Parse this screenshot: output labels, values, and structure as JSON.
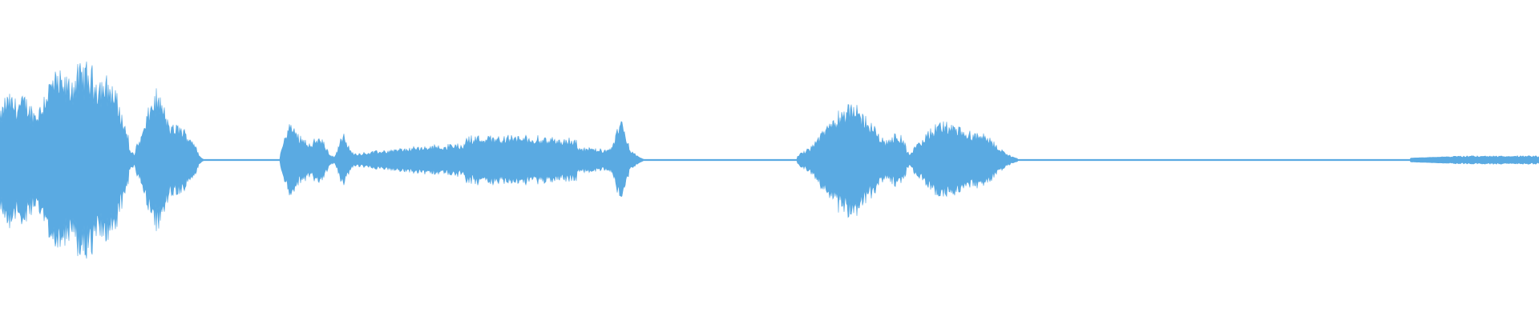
{
  "waveform": {
    "color": "#5aaae2",
    "background": "#ffffff",
    "segments": [
      {
        "start": 0.0,
        "end": 0.135,
        "kind": "speech",
        "peak": 0.55
      },
      {
        "start": 0.135,
        "end": 0.183,
        "kind": "silence",
        "peak": 0.004
      },
      {
        "start": 0.183,
        "end": 0.228,
        "kind": "speech",
        "peak": 0.22
      },
      {
        "start": 0.228,
        "end": 0.418,
        "kind": "noisy",
        "peak": 0.18
      },
      {
        "start": 0.418,
        "end": 0.52,
        "kind": "silence",
        "peak": 0.004
      },
      {
        "start": 0.52,
        "end": 0.662,
        "kind": "speech",
        "peak": 0.4
      },
      {
        "start": 0.662,
        "end": 0.915,
        "kind": "silence",
        "peak": 0.004
      },
      {
        "start": 0.915,
        "end": 1.0,
        "kind": "low-noise",
        "peak": 0.02
      }
    ]
  }
}
